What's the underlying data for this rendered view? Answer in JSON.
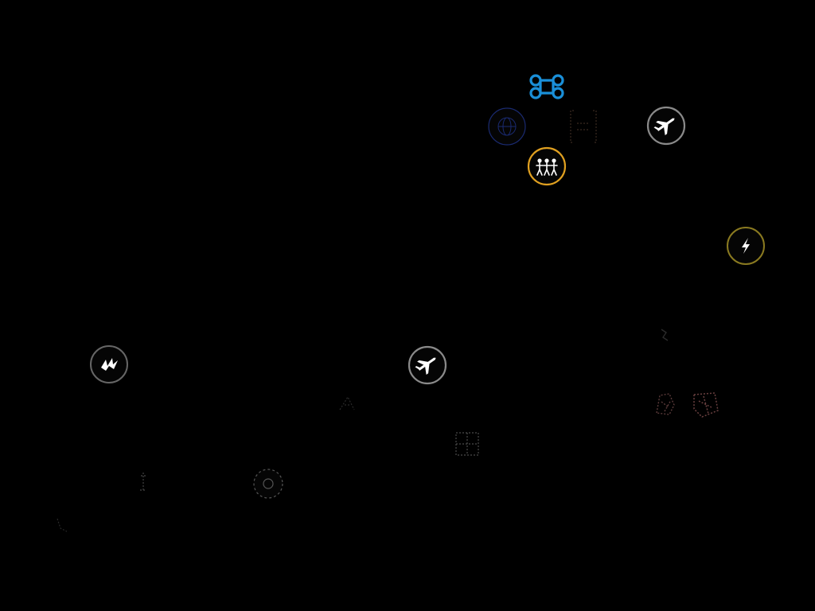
{
  "scene": {
    "background_color": "#000000"
  },
  "nodes": [
    {
      "name": "command-icon",
      "icon": "command-symbol",
      "color": "#1a8fd8",
      "visibility": "bright",
      "ring": false
    },
    {
      "name": "people-icon",
      "icon": "three-people",
      "color": "#e0a020",
      "visibility": "bright",
      "ring": true
    },
    {
      "name": "airplane-icon",
      "icon": "airplane",
      "color": "#8a8a8a",
      "visibility": "bright",
      "ring": true
    },
    {
      "name": "airplane-icon-2",
      "icon": "airplane",
      "color": "#8a8a8a",
      "visibility": "bright",
      "ring": true
    },
    {
      "name": "splash-icon",
      "icon": "splash",
      "color": "#666666",
      "visibility": "medium",
      "ring": true
    },
    {
      "name": "lightning-icon",
      "icon": "lightning",
      "color": "#8a7a20",
      "visibility": "medium",
      "ring": true
    },
    {
      "name": "globe-icon",
      "icon": "globe",
      "color": "#1a2a70",
      "visibility": "dim",
      "ring": true
    },
    {
      "name": "gate-icon",
      "icon": "bracket-gate",
      "color": "#3a2a20",
      "visibility": "dim",
      "ring": false
    },
    {
      "name": "gear-icon",
      "icon": "gear",
      "color": "#555555",
      "visibility": "dim",
      "ring": true
    },
    {
      "name": "grid-icon",
      "icon": "grid-square",
      "color": "#4a4a4a",
      "visibility": "dim",
      "ring": false
    },
    {
      "name": "pawn-icon",
      "icon": "pawn",
      "color": "#3a3a3a",
      "visibility": "dim",
      "ring": false
    },
    {
      "name": "cracked-shape-icon",
      "icon": "cracked-shape",
      "color": "#5a3a3a",
      "visibility": "dim",
      "ring": false
    },
    {
      "name": "cracked-shape-icon-2",
      "icon": "cracked-shape",
      "color": "#6a4040",
      "visibility": "dim",
      "ring": false
    },
    {
      "name": "faint-mark-icon",
      "icon": "faint-mark",
      "color": "#2a2a2a",
      "visibility": "dim",
      "ring": false
    },
    {
      "name": "faint-mark-icon-2",
      "icon": "faint-mark",
      "color": "#2a2a2a",
      "visibility": "dim",
      "ring": false
    },
    {
      "name": "faint-mark-icon-3",
      "icon": "faint-mark",
      "color": "#2a2a2a",
      "visibility": "dim",
      "ring": false
    }
  ]
}
